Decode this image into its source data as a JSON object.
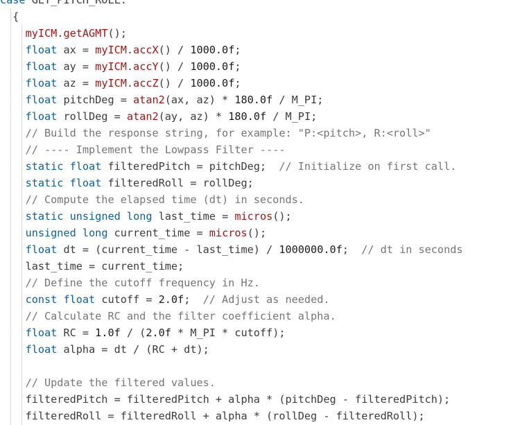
{
  "theme": {
    "keyword": "#0b5fa5",
    "function": "#a31515",
    "comment": "#757575",
    "plain": "#3b3b3b",
    "background": "#ffffff"
  },
  "code_lines": [
    {
      "indent": 0,
      "tokens": [
        [
          "kw",
          "case"
        ],
        [
          "plain",
          " GET_PITCH_ROLL:"
        ]
      ]
    },
    {
      "indent": 2,
      "tokens": [
        [
          "plain",
          "{"
        ]
      ]
    },
    {
      "indent": 4,
      "tokens": [
        [
          "fn",
          "myICM"
        ],
        [
          "plain",
          "."
        ],
        [
          "fn",
          "getAGMT"
        ],
        [
          "plain",
          "();"
        ]
      ]
    },
    {
      "indent": 4,
      "tokens": [
        [
          "kw",
          "float"
        ],
        [
          "plain",
          " ax = "
        ],
        [
          "fn",
          "myICM"
        ],
        [
          "plain",
          "."
        ],
        [
          "fn",
          "accX"
        ],
        [
          "plain",
          "() / "
        ],
        [
          "num",
          "1000.0f"
        ],
        [
          "plain",
          ";"
        ]
      ]
    },
    {
      "indent": 4,
      "tokens": [
        [
          "kw",
          "float"
        ],
        [
          "plain",
          " ay = "
        ],
        [
          "fn",
          "myICM"
        ],
        [
          "plain",
          "."
        ],
        [
          "fn",
          "accY"
        ],
        [
          "plain",
          "() / "
        ],
        [
          "num",
          "1000.0f"
        ],
        [
          "plain",
          ";"
        ]
      ]
    },
    {
      "indent": 4,
      "tokens": [
        [
          "kw",
          "float"
        ],
        [
          "plain",
          " az = "
        ],
        [
          "fn",
          "myICM"
        ],
        [
          "plain",
          "."
        ],
        [
          "fn",
          "accZ"
        ],
        [
          "plain",
          "() / "
        ],
        [
          "num",
          "1000.0f"
        ],
        [
          "plain",
          ";"
        ]
      ]
    },
    {
      "indent": 4,
      "tokens": [
        [
          "kw",
          "float"
        ],
        [
          "plain",
          " pitchDeg = "
        ],
        [
          "fn",
          "atan2"
        ],
        [
          "plain",
          "(ax, az) * "
        ],
        [
          "num",
          "180.0f"
        ],
        [
          "plain",
          " / M_PI;"
        ]
      ]
    },
    {
      "indent": 4,
      "tokens": [
        [
          "kw",
          "float"
        ],
        [
          "plain",
          " rollDeg = "
        ],
        [
          "fn",
          "atan2"
        ],
        [
          "plain",
          "(ay, az) * "
        ],
        [
          "num",
          "180.0f"
        ],
        [
          "plain",
          " / M_PI;"
        ]
      ]
    },
    {
      "indent": 4,
      "tokens": [
        [
          "cm",
          "// Build the response string, for example: \"P:<pitch>, R:<roll>\""
        ]
      ]
    },
    {
      "indent": 4,
      "tokens": [
        [
          "cm",
          "// ---- Implement the Lowpass Filter ----"
        ]
      ]
    },
    {
      "indent": 4,
      "tokens": [
        [
          "kw",
          "static"
        ],
        [
          "plain",
          " "
        ],
        [
          "kw",
          "float"
        ],
        [
          "plain",
          " filteredPitch = pitchDeg;  "
        ],
        [
          "cm",
          "// Initialize on first call."
        ]
      ]
    },
    {
      "indent": 4,
      "tokens": [
        [
          "kw",
          "static"
        ],
        [
          "plain",
          " "
        ],
        [
          "kw",
          "float"
        ],
        [
          "plain",
          " filteredRoll = rollDeg;"
        ]
      ]
    },
    {
      "indent": 4,
      "tokens": [
        [
          "cm",
          "// Compute the elapsed time (dt) in seconds."
        ]
      ]
    },
    {
      "indent": 4,
      "tokens": [
        [
          "kw",
          "static"
        ],
        [
          "plain",
          " "
        ],
        [
          "kw",
          "unsigned"
        ],
        [
          "plain",
          " "
        ],
        [
          "kw",
          "long"
        ],
        [
          "plain",
          " last_time = "
        ],
        [
          "fn",
          "micros"
        ],
        [
          "plain",
          "();"
        ]
      ]
    },
    {
      "indent": 4,
      "tokens": [
        [
          "kw",
          "unsigned"
        ],
        [
          "plain",
          " "
        ],
        [
          "kw",
          "long"
        ],
        [
          "plain",
          " current_time = "
        ],
        [
          "fn",
          "micros"
        ],
        [
          "plain",
          "();"
        ]
      ]
    },
    {
      "indent": 4,
      "tokens": [
        [
          "kw",
          "float"
        ],
        [
          "plain",
          " dt = (current_time - last_time) / "
        ],
        [
          "num",
          "1000000.0f"
        ],
        [
          "plain",
          ";  "
        ],
        [
          "cm",
          "// dt in seconds"
        ]
      ]
    },
    {
      "indent": 4,
      "tokens": [
        [
          "plain",
          "last_time = current_time;"
        ]
      ]
    },
    {
      "indent": 4,
      "tokens": [
        [
          "cm",
          "// Define the cutoff frequency in Hz."
        ]
      ]
    },
    {
      "indent": 4,
      "tokens": [
        [
          "kw",
          "const"
        ],
        [
          "plain",
          " "
        ],
        [
          "kw",
          "float"
        ],
        [
          "plain",
          " cutoff = "
        ],
        [
          "num",
          "2.0f"
        ],
        [
          "plain",
          ";  "
        ],
        [
          "cm",
          "// Adjust as needed."
        ]
      ]
    },
    {
      "indent": 4,
      "tokens": [
        [
          "cm",
          "// Calculate RC and the filter coefficient alpha."
        ]
      ]
    },
    {
      "indent": 4,
      "tokens": [
        [
          "kw",
          "float"
        ],
        [
          "plain",
          " RC = "
        ],
        [
          "num",
          "1.0f"
        ],
        [
          "plain",
          " / ("
        ],
        [
          "num",
          "2.0f"
        ],
        [
          "plain",
          " * M_PI * cutoff);"
        ]
      ]
    },
    {
      "indent": 4,
      "tokens": [
        [
          "kw",
          "float"
        ],
        [
          "plain",
          " alpha = dt / (RC + dt);"
        ]
      ]
    },
    {
      "indent": 4,
      "tokens": [
        [
          "plain",
          ""
        ]
      ]
    },
    {
      "indent": 4,
      "tokens": [
        [
          "cm",
          "// Update the filtered values."
        ]
      ]
    },
    {
      "indent": 4,
      "tokens": [
        [
          "plain",
          "filteredPitch = filteredPitch + alpha * (pitchDeg - filteredPitch);"
        ]
      ]
    },
    {
      "indent": 4,
      "tokens": [
        [
          "plain",
          "filteredRoll = filteredRoll + alpha * (rollDeg - filteredRoll);"
        ]
      ]
    }
  ]
}
